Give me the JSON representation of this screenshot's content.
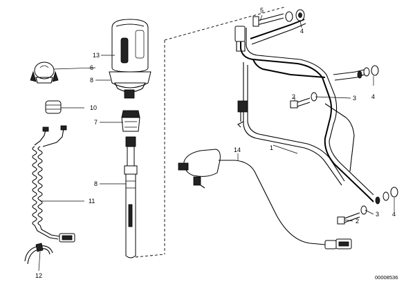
{
  "callouts": {
    "c1": "1",
    "c2a": "2",
    "c2b": "2",
    "c3a": "3",
    "c3b": "3",
    "c4a": "4",
    "c4b": "4",
    "c4c": "4",
    "c5": "5",
    "c6": "6",
    "c7": "7",
    "c8a": "8",
    "c8b": "8",
    "c10": "10",
    "c11": "11",
    "c12": "12",
    "c13": "13",
    "c14": "14"
  },
  "diagram_ref": "00008536"
}
